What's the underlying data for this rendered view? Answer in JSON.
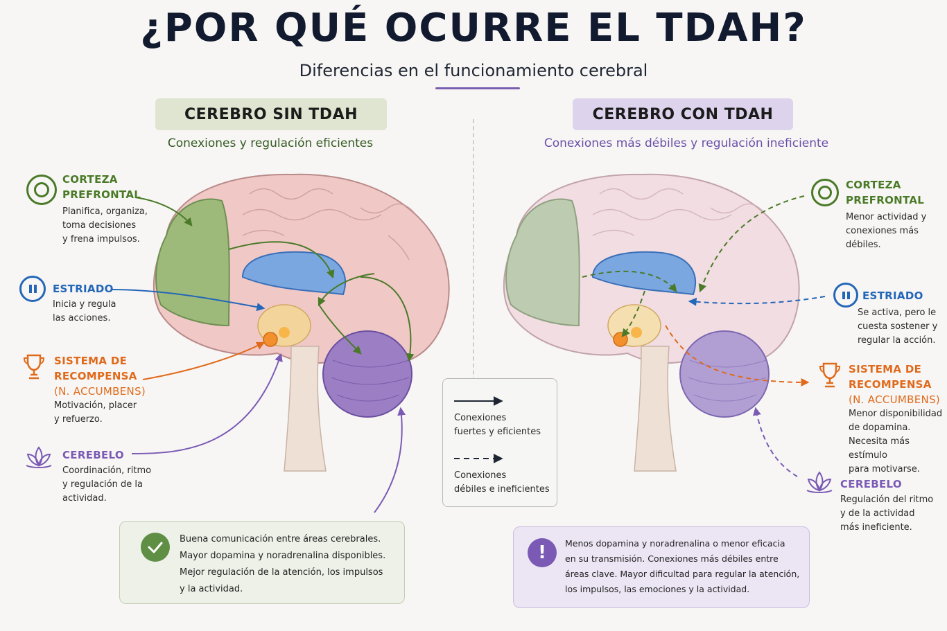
{
  "title": "¿POR QUÉ OCURRE EL TDAH?",
  "subtitle": "Diferencias en el funcionamiento cerebral",
  "colors": {
    "green": "#4a7a28",
    "blue": "#2466b8",
    "orange": "#e06a1c",
    "purple": "#7a5ab5",
    "title_dark": "#111a2e"
  },
  "left": {
    "panel_title": "CEREBRO SIN TDAH",
    "panel_subtitle": "Conexiones y regulación eficientes",
    "labels": {
      "cortex": {
        "icon": "target-icon",
        "title_1": "CORTEZA",
        "title_2": "PREFRONTAL",
        "desc": [
          "Planifica, organiza,",
          "toma decisiones",
          "y frena impulsos."
        ]
      },
      "striatum": {
        "icon": "pause-icon",
        "title_1": "ESTRIADO",
        "desc": [
          "Inicia y regula",
          "las acciones."
        ]
      },
      "reward": {
        "icon": "trophy-icon",
        "title_1": "SISTEMA DE",
        "title_2": "RECOMPENSA",
        "title_3": "(N. ACCUMBENS)",
        "desc": [
          "Motivación, placer",
          "y refuerzo."
        ]
      },
      "cerebellum": {
        "icon": "lotus-icon",
        "title_1": "CEREBELO",
        "desc": [
          "Coordinación, ritmo",
          "y regulación de la",
          "actividad."
        ]
      }
    },
    "note": {
      "icon": "check-icon",
      "lines": [
        "Buena comunicación entre áreas cerebrales.",
        "Mayor dopamina y noradrenalina disponibles.",
        "Mejor regulación de la atención, los impulsos",
        "y la actividad."
      ]
    }
  },
  "right": {
    "panel_title": "CEREBRO CON TDAH",
    "panel_subtitle": "Conexiones más débiles y regulación ineficiente",
    "labels": {
      "cortex": {
        "icon": "target-icon",
        "title_1": "CORTEZA",
        "title_2": "PREFRONTAL",
        "desc": [
          "Menor actividad y",
          "conexiones más",
          "débiles."
        ]
      },
      "striatum": {
        "icon": "pause-icon",
        "title_1": "ESTRIADO",
        "desc": [
          "Se activa, pero le",
          "cuesta sostener y",
          "regular la acción."
        ]
      },
      "reward": {
        "icon": "trophy-icon",
        "title_1": "SISTEMA DE",
        "title_2": "RECOMPENSA",
        "title_3": "(N. ACCUMBENS)",
        "desc": [
          "Menor disponibilidad",
          "de dopamina.",
          "Necesita más estímulo",
          "para motivarse."
        ]
      },
      "cerebellum": {
        "icon": "lotus-icon",
        "title_1": "CEREBELO",
        "desc": [
          "Regulación del ritmo",
          "y de la actividad",
          "más ineficiente."
        ]
      }
    },
    "note": {
      "icon": "exclamation-icon",
      "lines": [
        "Menos dopamina y noradrenalina o menor eficacia",
        "en su transmisión. Conexiones más débiles entre",
        "áreas clave. Mayor dificultad para regular la atención,",
        "los impulsos, las emociones y la actividad."
      ]
    }
  },
  "legend": {
    "solid": [
      "Conexiones",
      "fuertes y eficientes"
    ],
    "dashed": [
      "Conexiones",
      "débiles e ineficientes"
    ]
  }
}
